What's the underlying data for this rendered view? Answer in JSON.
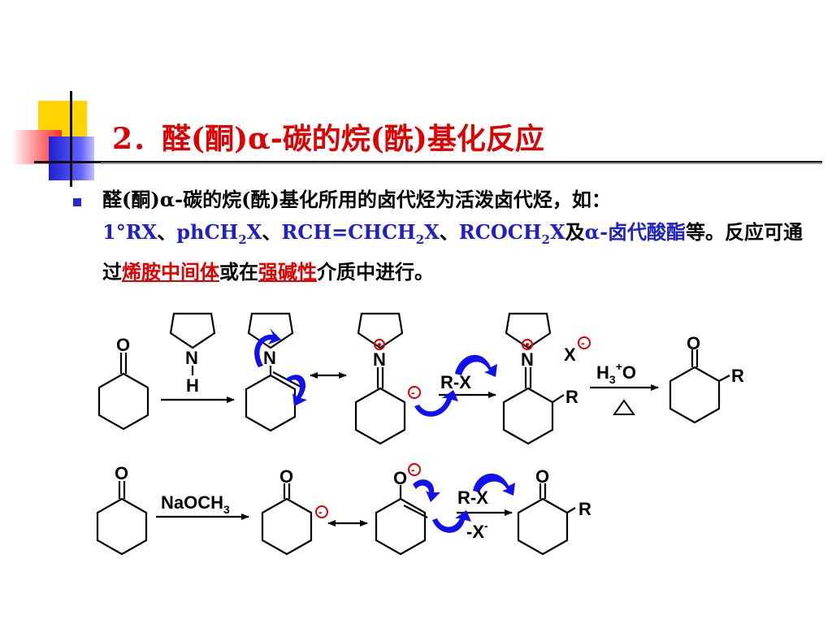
{
  "slide": {
    "title": "2．醛(酮)α-碳的烷(酰)基化反应",
    "bullet": {
      "line1": "醛(酮)α-碳的烷(酰)基化所用的卤代烃为活泼卤代烃，如：",
      "r1": "1°RX",
      "sep1": "、",
      "r2a": "phCH",
      "r2sub": "2",
      "r2b": "X",
      "sep2": "、",
      "r3a": "RCH=CHCH",
      "r3sub": "2",
      "r3b": "X",
      "sep3": "、",
      "r4a": "RCOCH",
      "r4sub": "2",
      "r4b": "X",
      "and": "及",
      "r5": "α-卤代酸酯",
      "rest1": "等。反应可通过",
      "u1": "烯胺中间体",
      "rest2": "或在",
      "u2": "强碱性",
      "rest3": "介质中进行。"
    }
  },
  "scheme": {
    "row1": {
      "ketone_o": "O",
      "amine_n": "N",
      "amine_h": "H",
      "enamine_n": "N",
      "iminium_n": "N",
      "reagent": "R-X",
      "salt_n": "N",
      "salt_r": "R",
      "halide": "X",
      "hydrolysis_a": "H",
      "hydrolysis_sub": "3",
      "hydrolysis_sup": "+",
      "hydrolysis_b": "O",
      "heat": "△",
      "product_o": "O",
      "product_r": "R"
    },
    "row2": {
      "ketone_o": "O",
      "base": "NaOCH",
      "base_sub": "3",
      "enolate_o": "O",
      "enolate2_o": "O",
      "reagent": "R-X",
      "leaving": "-X",
      "leaving_sup": "-",
      "product_o": "O",
      "product_r": "R"
    },
    "charge_sign": "-"
  },
  "colors": {
    "title": "#e00000",
    "accent_blue": "#2020c8",
    "arrow_blue": "#1010f0",
    "charge_red": "#e00000"
  }
}
